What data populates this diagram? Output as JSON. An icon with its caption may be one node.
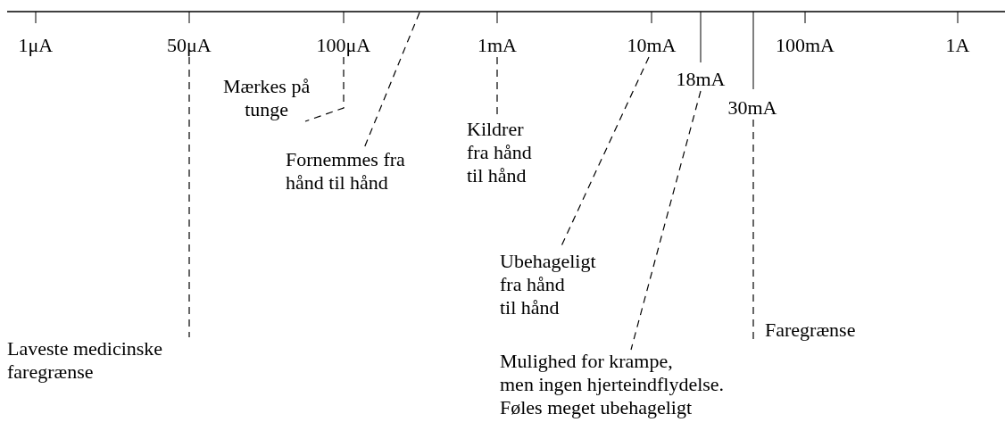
{
  "diagram": {
    "nodes": [
      {
        "text": [
          "50μA"
        ]
      },
      {
        "text": [
          "100μA"
        ]
      },
      {
        "text": [
          "1mA"
        ]
      },
      {
        "text": [
          "10mA"
        ]
      },
      {
        "text": [
          "18mA"
        ]
      },
      {
        "text": [
          "30mA"
        ]
      },
      {
        "text": [
          "Mærkes på tunge"
        ]
      },
      {
        "text": [
          "Fornemmes fra hånd til hånd"
        ]
      },
      {
        "text": [
          "Kildrer fra hånd til hånd"
        ]
      },
      {
        "text": [
          "Ubehageligt fra hånd til hånd"
        ]
      },
      {
        "text": [
          "Faregrænse"
        ]
      },
      {
        "text": [
          "Laveste medicinske faregrænse"
        ]
      },
      {
        "text": [
          "Mulighed for krampe, men ingen hjerteindflydelse. Føles meget ubehageligt"
        ]
      }
    ],
    "edges": [
      {
        "from": 0,
        "to": 11,
        "arrow": "none",
        "style": "dashed"
      },
      {
        "from": 1,
        "to": 6,
        "arrow": "none",
        "style": "dashed"
      },
      {
        "from": null,
        "to": 7,
        "arrow": "none",
        "style": "dashed"
      },
      {
        "from": 2,
        "to": 8,
        "arrow": "none",
        "style": "dashed"
      },
      {
        "from": 3,
        "to": 9,
        "arrow": "none",
        "style": "dashed"
      },
      {
        "from": 4,
        "to": 12,
        "arrow": "none",
        "style": "dashed"
      },
      {
        "from": 5,
        "to": 10,
        "arrow": "none",
        "style": "dashed"
      }
    ],
    "labels": [
      "1μA",
      "100mA",
      "1A"
    ]
  }
}
